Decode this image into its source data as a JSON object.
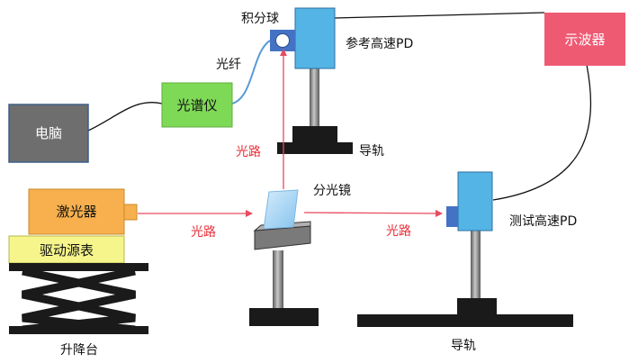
{
  "labels": {
    "integrating_sphere": "积分球",
    "ref_pd": "参考高速PD",
    "oscilloscope": "示波器",
    "fiber": "光纤",
    "spectrometer": "光谱仪",
    "computer": "电脑",
    "rail_top": "导轨",
    "light_path_vertical": "光路",
    "beam_splitter": "分光镜",
    "laser": "激光器",
    "driver": "驱动源表",
    "light_path_left": "光路",
    "light_path_right": "光路",
    "test_pd": "测试高速PD",
    "lift_table": "升降台",
    "rail_bottom": "导轨"
  },
  "colors": {
    "computer": "#6e6e6e",
    "spectrometer": "#7ed957",
    "pd_body": "#55b4e6",
    "sphere_port": "#4472c4",
    "oscilloscope": "#ee5a72",
    "laser": "#f7b04d",
    "driver": "#f5f58c",
    "beam": "#e84a5f",
    "beam_label": "#e8303a",
    "splitter_glass": "#a9d7f5",
    "post": "#8c8c8c",
    "base": "#1a1a1a"
  }
}
